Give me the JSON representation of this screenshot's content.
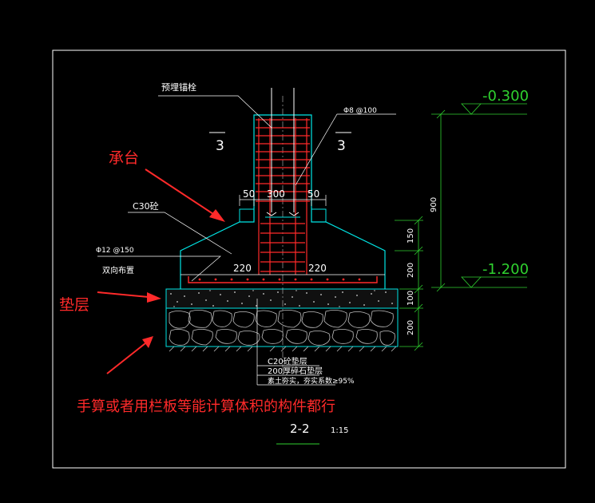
{
  "drawing": {
    "callouts": {
      "anchor_bolt": "预埋锚栓",
      "stirrup": "Φ8 @100",
      "concrete_grade": "C30砼",
      "bottom_rebar": "Φ12 @150",
      "bidirectional": "双向布置"
    },
    "section_marks": {
      "left": "3",
      "right": "3"
    },
    "dimensions": {
      "column_left": "50",
      "column_mid": "300",
      "column_right": "50",
      "cap_left": "220",
      "cap_right": "220",
      "v_150": "150",
      "v_200a": "200",
      "v_100": "100",
      "v_200b": "200",
      "v_900": "900"
    },
    "elevations": {
      "top": "-0.300",
      "bottom": "-1.200"
    },
    "layers": {
      "line1": "C20砼垫层",
      "line2": "200厚碎石垫层",
      "line3": "素土夯实，夯实系数≥95%"
    },
    "title": {
      "section": "2-2",
      "scale": "1:15"
    }
  },
  "annotations": {
    "cap": "承台",
    "cushion": "垫层",
    "note": "手算或者用栏板等能计算体积的构件都行"
  },
  "colors": {
    "background": "#000000",
    "frame": "#ffffff",
    "outline": "#00e5e5",
    "rebar": "#ff2a2a",
    "dimension": "#2fd12f",
    "annotation": "#ff2a2a"
  }
}
